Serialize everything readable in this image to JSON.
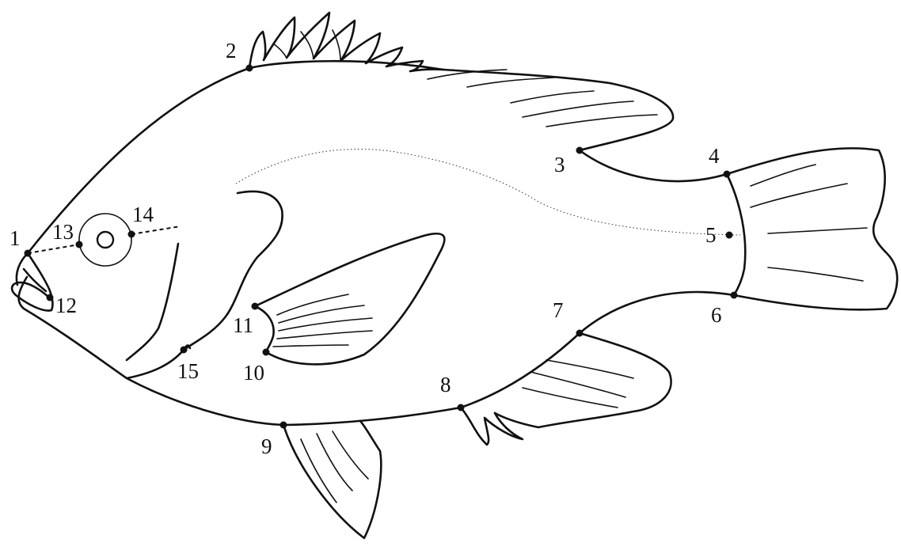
{
  "landmarks": [
    {
      "id": "1",
      "label": "1"
    },
    {
      "id": "2",
      "label": "2"
    },
    {
      "id": "3",
      "label": "3"
    },
    {
      "id": "4",
      "label": "4"
    },
    {
      "id": "5",
      "label": "5"
    },
    {
      "id": "6",
      "label": "6"
    },
    {
      "id": "7",
      "label": "7"
    },
    {
      "id": "8",
      "label": "8"
    },
    {
      "id": "9",
      "label": "9"
    },
    {
      "id": "10",
      "label": "10"
    },
    {
      "id": "11",
      "label": "11"
    },
    {
      "id": "12",
      "label": "12"
    },
    {
      "id": "13",
      "label": "13"
    },
    {
      "id": "14",
      "label": "14"
    },
    {
      "id": "15",
      "label": "15"
    }
  ],
  "colors": {
    "stroke": "#111111",
    "background": "#ffffff"
  }
}
